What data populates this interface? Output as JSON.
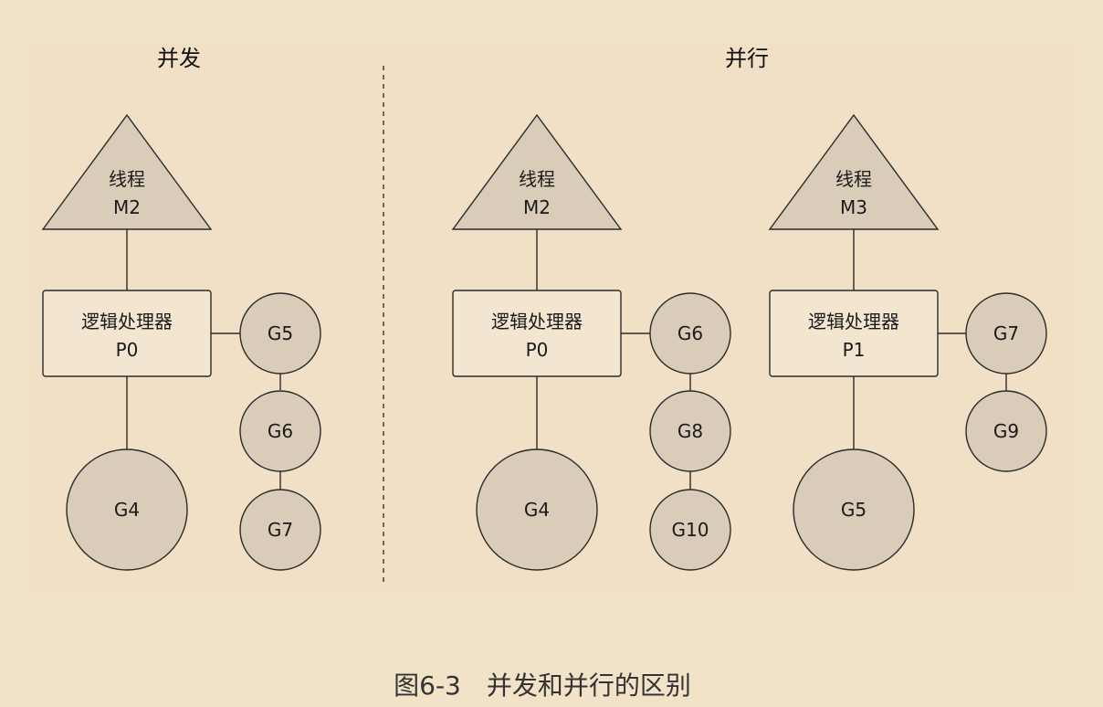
{
  "left_heading": "并发",
  "right_heading": "并行",
  "caption": "图6-3　并发和并行的区别",
  "concurrency": {
    "thread_line1": "线程",
    "thread_line2": "M2",
    "processor_line1": "逻辑处理器",
    "processor_line2": "P0",
    "running": "G4",
    "queue": [
      "G5",
      "G6",
      "G7"
    ]
  },
  "parallel_a": {
    "thread_line1": "线程",
    "thread_line2": "M2",
    "processor_line1": "逻辑处理器",
    "processor_line2": "P0",
    "running": "G4",
    "queue": [
      "G6",
      "G8",
      "G10"
    ]
  },
  "parallel_b": {
    "thread_line1": "线程",
    "thread_line2": "M3",
    "processor_line1": "逻辑处理器",
    "processor_line2": "P1",
    "running": "G5",
    "queue": [
      "G7",
      "G9"
    ]
  },
  "colors": {
    "background": "#f2e3c8",
    "panel": "#f1e0c5",
    "shape_fill": "#d9ccb8",
    "stroke": "#2a2a2a"
  }
}
